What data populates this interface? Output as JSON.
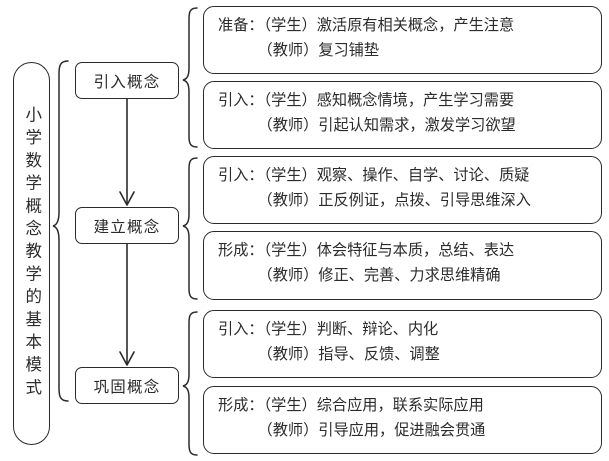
{
  "diagram": {
    "title": "小学数学概念教学的基本模式",
    "stages": [
      {
        "label": "引入概念"
      },
      {
        "label": "建立概念"
      },
      {
        "label": "巩固概念"
      }
    ],
    "content_boxes": [
      {
        "line1": "准备：（学生）激活原有相关概念，产生注意",
        "line2": "（教师）复习铺垫"
      },
      {
        "line1": "引入：（学生）感知概念情境，产生学习需要",
        "line2": "（教师）引起认知需求，激发学习欲望"
      },
      {
        "line1": "引入：（学生）观察、操作、自学、讨论、质疑",
        "line2": "（教师）正反例证，点拨、引导思维深入"
      },
      {
        "line1": "形成：（学生）体会特征与本质，总结、表达",
        "line2": "（教师）修正、完善、力求思维精确"
      },
      {
        "line1": "引入：（学生）判断、辩论、内化",
        "line2": "（教师）指导、反馈、调整"
      },
      {
        "line1": "形成：（学生）综合应用，联系实际应用",
        "line2": "（教师）引导应用，促进融会贯通"
      }
    ],
    "colors": {
      "stroke": "#2b2b2b",
      "text": "#2b2b2b",
      "background": "#ffffff"
    }
  }
}
